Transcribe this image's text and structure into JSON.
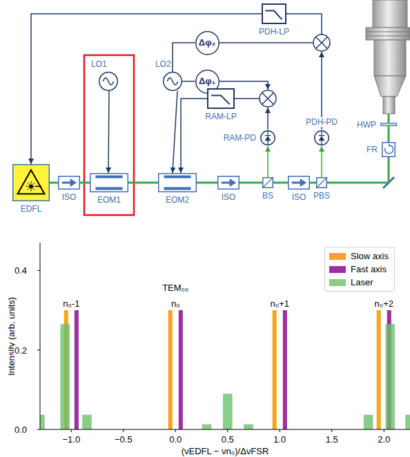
{
  "diagram": {
    "nodes": [
      {
        "text": [
          "EDFL"
        ]
      },
      {
        "text": [
          "ISO"
        ]
      },
      {
        "text": [
          "EOM1"
        ]
      },
      {
        "text": [
          "EOM2"
        ]
      },
      {
        "text": [
          "ISO"
        ]
      },
      {
        "text": [
          "BS"
        ]
      },
      {
        "text": [
          "ISO"
        ]
      },
      {
        "text": [
          "PBS"
        ]
      },
      {
        "text": [
          "FR"
        ]
      },
      {
        "text": [
          "HWP"
        ]
      },
      {
        "text": [
          "LO1"
        ]
      },
      {
        "text": [
          "LO2"
        ]
      },
      {
        "text": [
          "Δφ₂"
        ]
      },
      {
        "text": [
          "Δφ₁"
        ]
      },
      {
        "text": [
          "PDH-LP"
        ]
      },
      {
        "text": [
          "RAM-LP"
        ]
      },
      {
        "text": [
          "RAM-PD"
        ]
      },
      {
        "text": [
          "PDH-PD"
        ]
      }
    ],
    "edges": [
      {
        "from": 0,
        "to": 1,
        "arrow": "none"
      },
      {
        "from": 1,
        "to": 2,
        "arrow": "none"
      },
      {
        "from": 2,
        "to": 3,
        "arrow": "none"
      },
      {
        "from": 3,
        "to": 4,
        "arrow": "none"
      },
      {
        "from": 4,
        "to": 5,
        "arrow": "none"
      },
      {
        "from": 5,
        "to": 6,
        "arrow": "none"
      },
      {
        "from": 6,
        "to": 7,
        "arrow": "none"
      },
      {
        "from": 7,
        "to": 8,
        "arrow": "none"
      },
      {
        "from": 8,
        "to": 9,
        "arrow": "none"
      },
      {
        "from": 5,
        "to": 16,
        "arrow": "to"
      },
      {
        "from": 7,
        "to": 17,
        "arrow": "to"
      },
      {
        "from": 10,
        "to": 2,
        "arrow": "to"
      },
      {
        "from": 11,
        "to": 3,
        "arrow": "to"
      },
      {
        "from": 11,
        "to": 12,
        "arrow": "none"
      },
      {
        "from": 11,
        "to": 13,
        "arrow": "none"
      },
      {
        "from": 14,
        "to": 0,
        "arrow": "to"
      },
      {
        "from": 15,
        "to": 3,
        "arrow": "to"
      }
    ],
    "labels": [
      "Intensity (arb. units)",
      "0.0",
      "0.2",
      "0.4",
      "−1.0",
      "−0.5",
      "0.0",
      "0.5",
      "1.0",
      "1.5",
      "2.0",
      "TEM₀₀",
      "n₀-1",
      "n₀",
      "n₀+1",
      "n₀+2",
      "(νEDFL − νn₀)/ΔνFSR"
    ],
    "legend": [
      {
        "text": "Slow axis",
        "color": "#f8a31b"
      },
      {
        "text": "Fast axis",
        "color": "#9b2f9f"
      },
      {
        "text": "Laser",
        "color": "#6dbf6d"
      }
    ]
  }
}
